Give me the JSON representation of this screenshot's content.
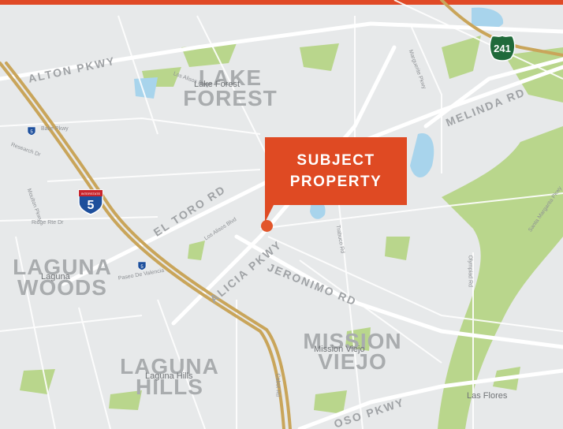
{
  "callout": {
    "line1": "SUBJECT",
    "line2": "PROPERTY"
  },
  "areas": {
    "lake_forest": {
      "line1": "LAKE",
      "line2": "FOREST",
      "small": "Lake Forest"
    },
    "laguna_woods": {
      "line1": "LAGUNA",
      "line2": "WOODS",
      "small": "Laguna"
    },
    "laguna_hills": {
      "line1": "LAGUNA",
      "line2": "HILLS",
      "small": "Laguna Hills"
    },
    "mission_viejo": {
      "line1": "MISSION",
      "line2": "VIEJO",
      "small": "Mission Viejo"
    },
    "las_flores": "Las Flores"
  },
  "roads": {
    "alton": "ALTON PKWY",
    "el_toro": "EL TORO RD",
    "alicia": "ALICIA PKWY",
    "jeronimo": "JERONIMO RD",
    "oso": "OSO PKWY",
    "melinda": "MELINDA RD"
  },
  "shields": {
    "interstate_5": {
      "number": "5",
      "banner": "INTERSTATE"
    },
    "state_241": "241"
  },
  "streets": [
    "Bake Pkwy",
    "Research Dr",
    "Ridge Rte Dr",
    "Los Alisos Blvd",
    "Trabuco Rd",
    "Marguerite Pkwy",
    "Los Alisos Blvd",
    "Olympiad Rd",
    "Santa Margarita Pkwy",
    "Paseo De Valencia",
    "Moulton Pkwy",
    "Cabot Rd"
  ],
  "colors": {
    "accent": "#df4a23",
    "water": "#a8d4ec",
    "park": "#b9d68c",
    "freeway": "#c9a55a",
    "route_badge": "#1f6a3a"
  }
}
